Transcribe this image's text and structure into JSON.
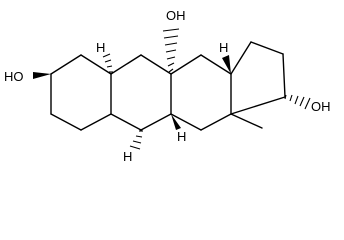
{
  "molecule": {
    "labels": {
      "oh_c3": "HO",
      "oh_c7": "OH",
      "oh_c17": "OH",
      "h_c5": "H",
      "h_c8": "H",
      "h_c9": "H",
      "h_c14": "H"
    }
  }
}
